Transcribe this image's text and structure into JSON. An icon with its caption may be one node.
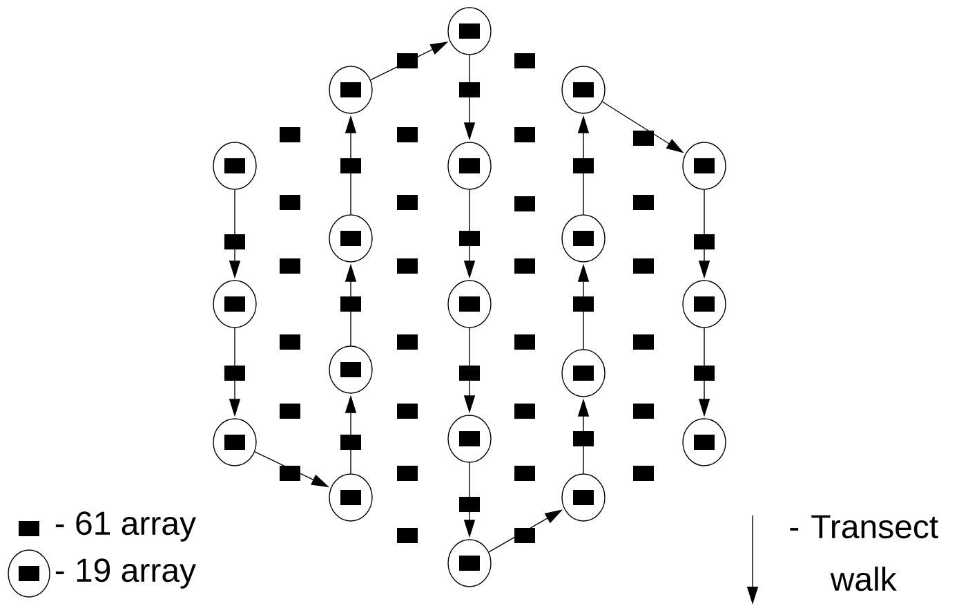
{
  "diagram": {
    "nodes": [
      {
        "text": [],
        "shape": "circle"
      },
      {
        "text": [],
        "shape": "circle"
      },
      {
        "text": [],
        "shape": "circle"
      },
      {
        "text": [],
        "shape": "circle"
      },
      {
        "text": [],
        "shape": "circle"
      },
      {
        "text": [],
        "shape": "circle"
      },
      {
        "text": [],
        "shape": "circle"
      },
      {
        "text": [],
        "shape": "circle"
      },
      {
        "text": [],
        "shape": "circle"
      },
      {
        "text": [],
        "shape": "circle"
      },
      {
        "text": [],
        "shape": "circle"
      },
      {
        "text": [],
        "shape": "circle"
      },
      {
        "text": [],
        "shape": "circle"
      },
      {
        "text": [],
        "shape": "circle"
      },
      {
        "text": [],
        "shape": "circle"
      },
      {
        "text": [],
        "shape": "circle"
      },
      {
        "text": [],
        "shape": "circle"
      },
      {
        "text": [],
        "shape": "circle"
      },
      {
        "text": [],
        "shape": "circle"
      }
    ],
    "edges": [
      {
        "from": 0,
        "to": 1,
        "arrow": "to"
      },
      {
        "from": 1,
        "to": 2,
        "arrow": "to"
      },
      {
        "from": 2,
        "to": 6,
        "arrow": "to"
      },
      {
        "from": 6,
        "to": 5,
        "arrow": "to"
      },
      {
        "from": 5,
        "to": 4,
        "arrow": "to"
      },
      {
        "from": 4,
        "to": 3,
        "arrow": "to"
      },
      {
        "from": 3,
        "to": 7,
        "arrow": "to"
      },
      {
        "from": 7,
        "to": 8,
        "arrow": "to"
      },
      {
        "from": 8,
        "to": 9,
        "arrow": "to"
      },
      {
        "from": 9,
        "to": 10,
        "arrow": "to"
      },
      {
        "from": 10,
        "to": 11,
        "arrow": "to"
      },
      {
        "from": 11,
        "to": 15,
        "arrow": "to"
      },
      {
        "from": 15,
        "to": 14,
        "arrow": "to"
      },
      {
        "from": 14,
        "to": 13,
        "arrow": "to"
      },
      {
        "from": 13,
        "to": 12,
        "arrow": "to"
      },
      {
        "from": 12,
        "to": 16,
        "arrow": "to"
      },
      {
        "from": 16,
        "to": 17,
        "arrow": "to"
      },
      {
        "from": 17,
        "to": 18,
        "arrow": "to"
      }
    ],
    "legend": [
      {
        "text": "- 61 array"
      },
      {
        "text": "- 19 array"
      },
      {
        "text": "- Transect walk"
      }
    ]
  }
}
